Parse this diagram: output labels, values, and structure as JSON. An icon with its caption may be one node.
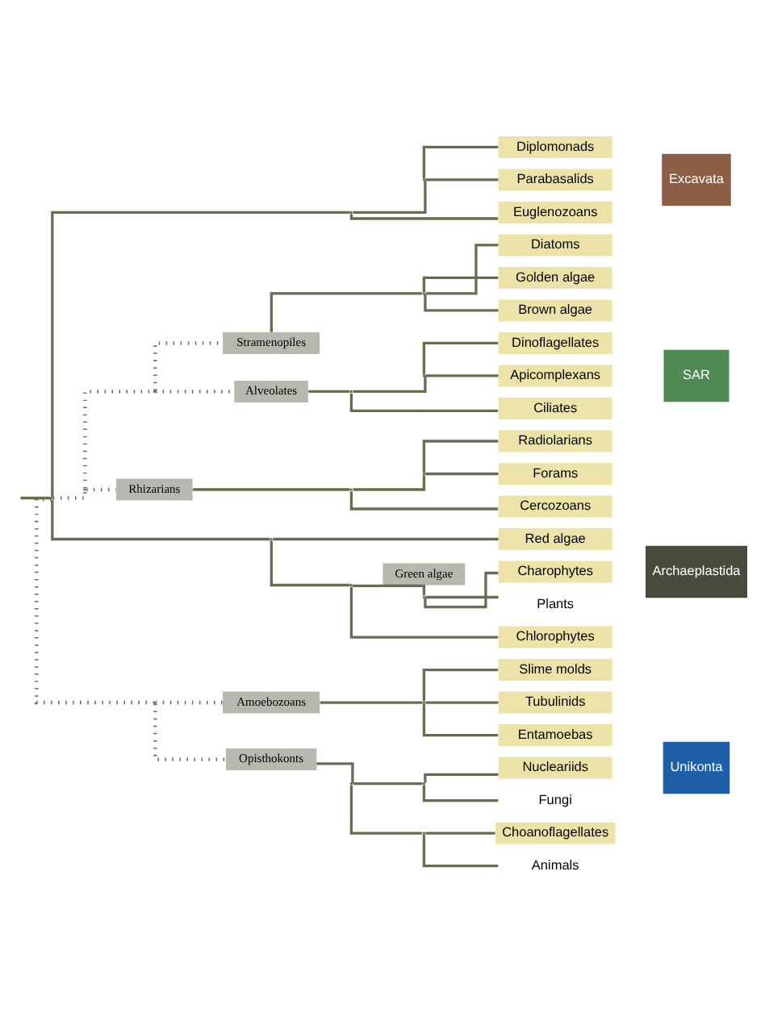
{
  "diagram": {
    "nodes": [
      {
        "text": [],
        "shape": "point"
      },
      {
        "text": [],
        "shape": "point"
      },
      {
        "text": [],
        "shape": "point"
      },
      {
        "text": [
          "Diplomonads"
        ]
      },
      {
        "text": [
          "Parabasalids"
        ]
      },
      {
        "text": [
          "Euglenozoans"
        ]
      },
      {
        "text": [
          "Excavata"
        ]
      },
      {
        "text": [],
        "shape": "point"
      },
      {
        "text": [],
        "shape": "point"
      },
      {
        "text": [
          "Stramenopiles"
        ]
      },
      {
        "text": [],
        "shape": "point"
      },
      {
        "text": [
          "Diatoms"
        ]
      },
      {
        "text": [
          "Golden algae"
        ]
      },
      {
        "text": [
          "Brown algae"
        ]
      },
      {
        "text": [
          "Alveolates"
        ]
      },
      {
        "text": [],
        "shape": "point"
      },
      {
        "text": [],
        "shape": "point"
      },
      {
        "text": [
          "Dinoflagellates"
        ]
      },
      {
        "text": [
          "Apicomplexans"
        ]
      },
      {
        "text": [
          "Ciliates"
        ]
      },
      {
        "text": [
          "Rhizarians"
        ]
      },
      {
        "text": [],
        "shape": "point"
      },
      {
        "text": [],
        "shape": "point"
      },
      {
        "text": [
          "Radiolarians"
        ]
      },
      {
        "text": [
          "Forams"
        ]
      },
      {
        "text": [
          "Cercozoans"
        ]
      },
      {
        "text": [
          "SAR"
        ]
      },
      {
        "text": [],
        "shape": "point"
      },
      {
        "text": [
          "Red algae"
        ]
      },
      {
        "text": [],
        "shape": "point"
      },
      {
        "text": [
          "Green algae"
        ]
      },
      {
        "text": [],
        "shape": "point"
      },
      {
        "text": [
          "Chlorophytes"
        ]
      },
      {
        "text": [
          "Charophytes"
        ]
      },
      {
        "text": [
          "Plants"
        ]
      },
      {
        "text": [
          "Archaeplastida"
        ]
      },
      {
        "text": [],
        "shape": "point"
      },
      {
        "text": [
          "Amoebozoans"
        ]
      },
      {
        "text": [],
        "shape": "point"
      },
      {
        "text": [
          "Slime molds"
        ]
      },
      {
        "text": [
          "Tubulinids"
        ]
      },
      {
        "text": [
          "Entamoebas"
        ]
      },
      {
        "text": [
          "Opisthokonts"
        ]
      },
      {
        "text": [],
        "shape": "point"
      },
      {
        "text": [],
        "shape": "point"
      },
      {
        "text": [
          "Nucleariids"
        ]
      },
      {
        "text": [
          "Fungi"
        ]
      },
      {
        "text": [],
        "shape": "point"
      },
      {
        "text": [
          "Choanoflagellates"
        ]
      },
      {
        "text": [
          "Animals"
        ]
      },
      {
        "text": [
          "Unikonta"
        ]
      }
    ],
    "edges": [
      {
        "from": null,
        "to": 0,
        "arrow": "none"
      },
      {
        "from": 0,
        "to": 1,
        "arrow": "none"
      },
      {
        "from": 0,
        "to": 7,
        "arrow": "none",
        "style": "dashed"
      },
      {
        "from": 0,
        "to": 27,
        "arrow": "none"
      },
      {
        "from": 0,
        "to": 36,
        "arrow": "none",
        "style": "dashed"
      },
      {
        "from": 1,
        "to": 2,
        "arrow": "none"
      },
      {
        "from": 2,
        "to": 3,
        "arrow": "none"
      },
      {
        "from": 2,
        "to": 4,
        "arrow": "none"
      },
      {
        "from": 1,
        "to": 5,
        "arrow": "none"
      },
      {
        "from": 7,
        "to": 8,
        "arrow": "none",
        "style": "dashed"
      },
      {
        "from": 7,
        "to": 20,
        "arrow": "none",
        "style": "dashed"
      },
      {
        "from": 8,
        "to": 9,
        "arrow": "none",
        "style": "dashed"
      },
      {
        "from": 8,
        "to": 14,
        "arrow": "none",
        "style": "dashed"
      },
      {
        "from": 9,
        "to": 10,
        "arrow": "none"
      },
      {
        "from": 10,
        "to": 11,
        "arrow": "none"
      },
      {
        "from": 10,
        "to": 12,
        "arrow": "none"
      },
      {
        "from": 10,
        "to": 13,
        "arrow": "none"
      },
      {
        "from": 14,
        "to": 15,
        "arrow": "none"
      },
      {
        "from": 15,
        "to": 16,
        "arrow": "none"
      },
      {
        "from": 16,
        "to": 17,
        "arrow": "none"
      },
      {
        "from": 16,
        "to": 18,
        "arrow": "none"
      },
      {
        "from": 15,
        "to": 19,
        "arrow": "none"
      },
      {
        "from": 20,
        "to": 21,
        "arrow": "none"
      },
      {
        "from": 21,
        "to": 22,
        "arrow": "none"
      },
      {
        "from": 22,
        "to": 23,
        "arrow": "none"
      },
      {
        "from": 22,
        "to": 24,
        "arrow": "none"
      },
      {
        "from": 21,
        "to": 25,
        "arrow": "none"
      },
      {
        "from": 27,
        "to": 28,
        "arrow": "none"
      },
      {
        "from": 27,
        "to": 29,
        "arrow": "none"
      },
      {
        "from": 29,
        "to": 32,
        "arrow": "none"
      },
      {
        "from": 29,
        "to": 31,
        "arrow": "none"
      },
      {
        "from": 31,
        "to": 33,
        "arrow": "none"
      },
      {
        "from": 31,
        "to": 34,
        "arrow": "none"
      },
      {
        "from": 36,
        "to": 37,
        "arrow": "none",
        "style": "dashed"
      },
      {
        "from": 36,
        "to": 42,
        "arrow": "none",
        "style": "dashed"
      },
      {
        "from": 37,
        "to": 38,
        "arrow": "none"
      },
      {
        "from": 38,
        "to": 39,
        "arrow": "none"
      },
      {
        "from": 38,
        "to": 40,
        "arrow": "none"
      },
      {
        "from": 38,
        "to": 41,
        "arrow": "none"
      },
      {
        "from": 42,
        "to": 43,
        "arrow": "none"
      },
      {
        "from": 43,
        "to": 44,
        "arrow": "none"
      },
      {
        "from": 44,
        "to": 45,
        "arrow": "none"
      },
      {
        "from": 44,
        "to": 46,
        "arrow": "none"
      },
      {
        "from": 43,
        "to": 47,
        "arrow": "none"
      },
      {
        "from": 47,
        "to": 48,
        "arrow": "none"
      },
      {
        "from": 47,
        "to": 49,
        "arrow": "none"
      }
    ]
  }
}
